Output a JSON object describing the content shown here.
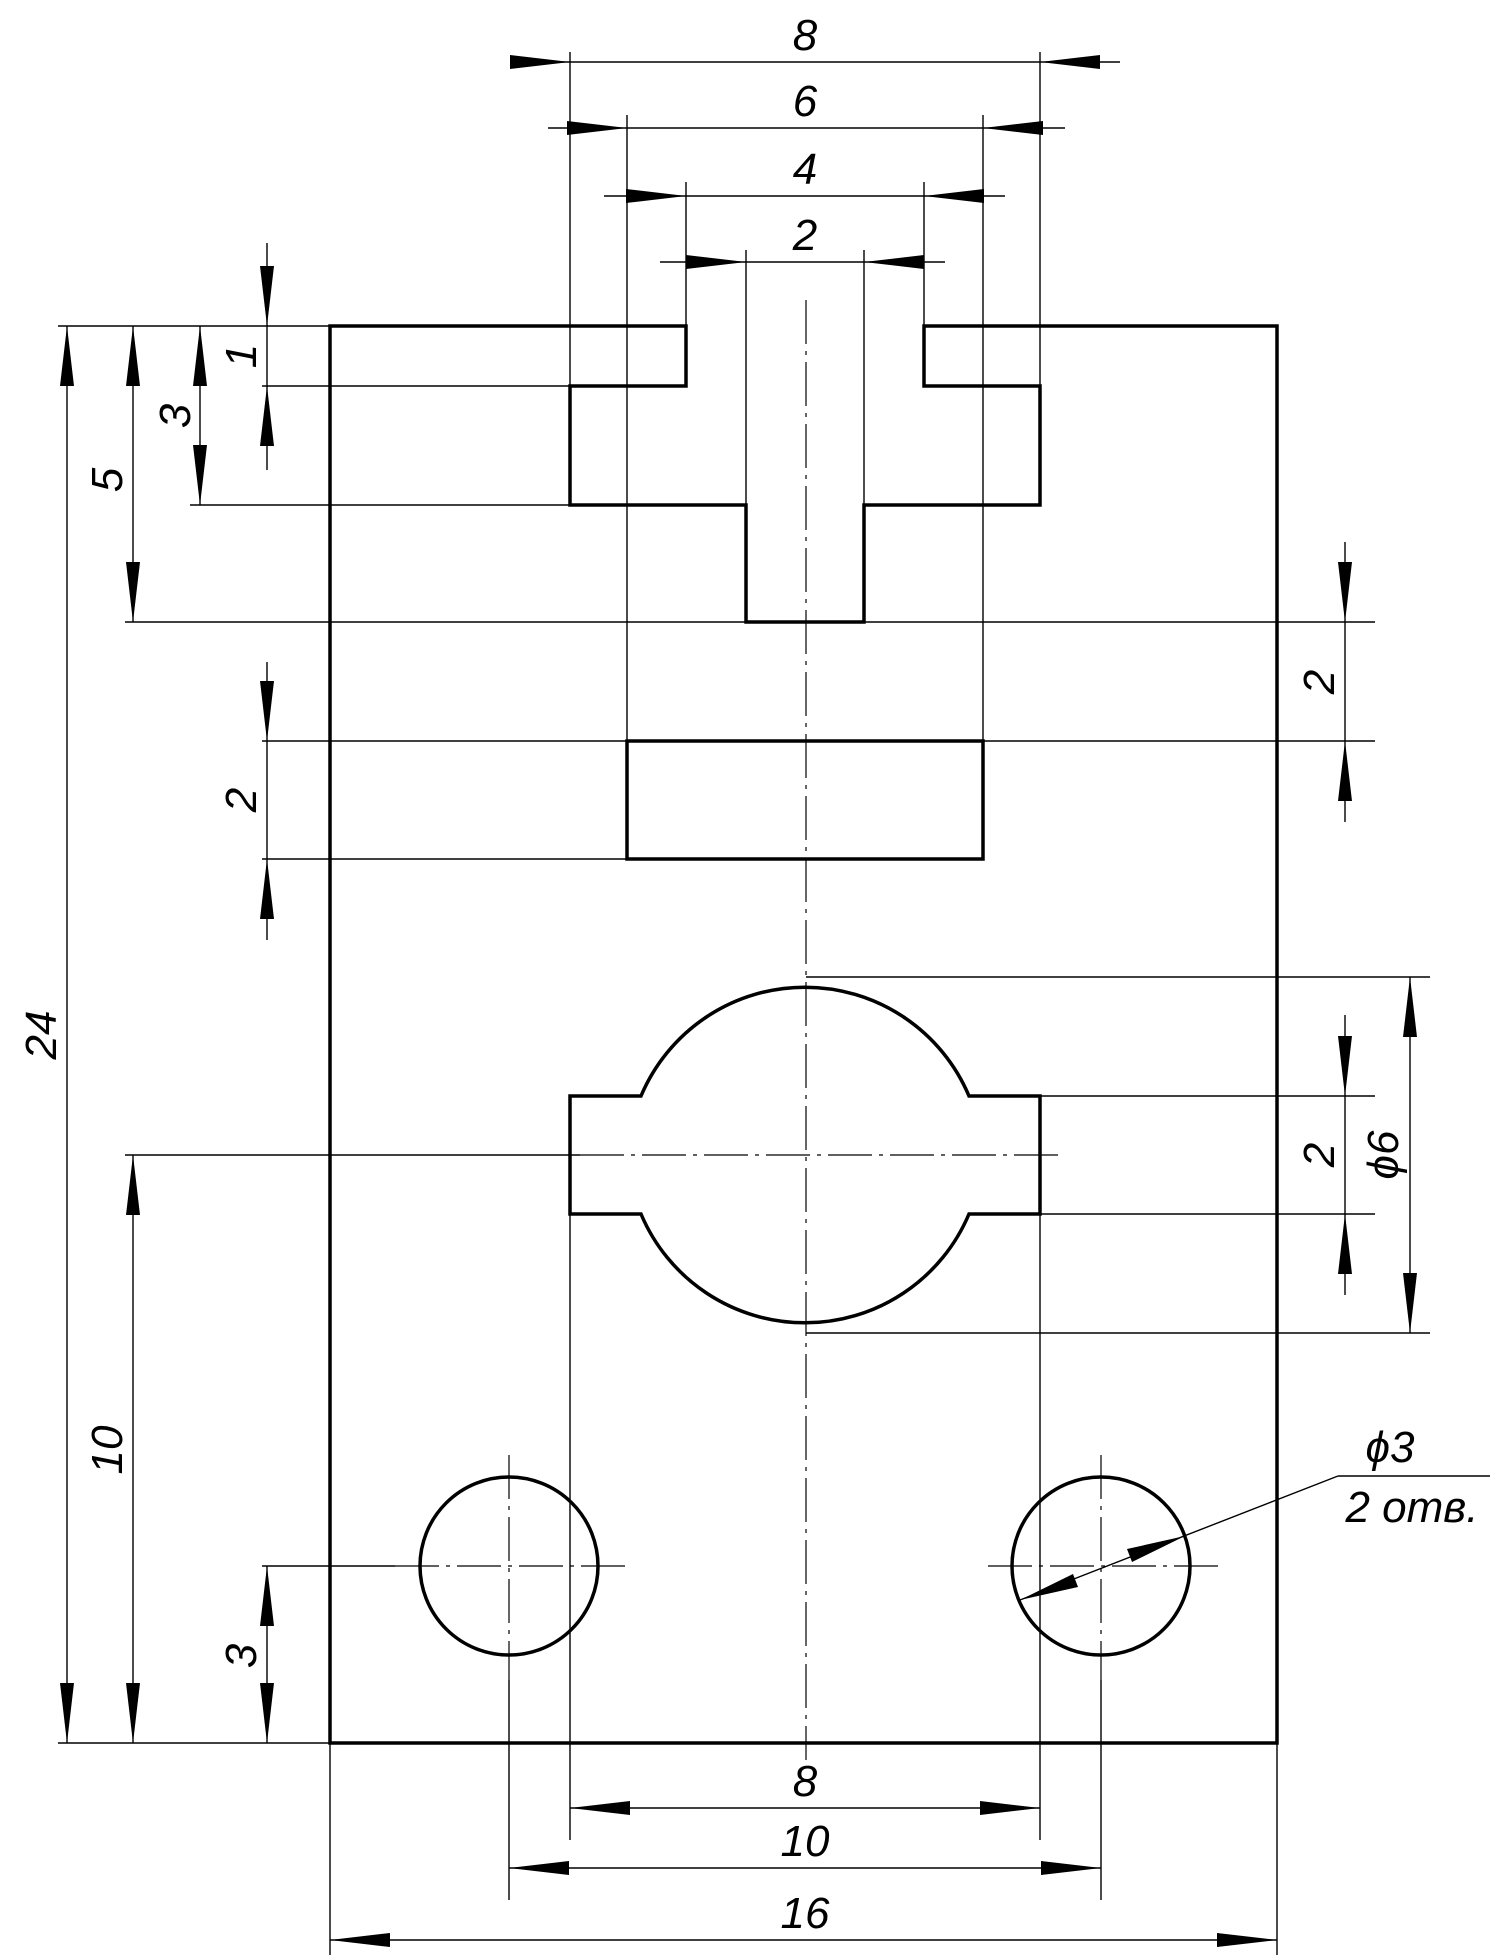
{
  "drawing": {
    "dimensions": {
      "top_width_8": "8",
      "top_width_6": "6",
      "top_width_4": "4",
      "top_width_2": "2",
      "depth_1": "1",
      "depth_3": "3",
      "depth_5": "5",
      "overall_height_24": "24",
      "right_gap_2": "2",
      "slot_height_2": "2",
      "key_width_2": "2",
      "bore_diameter": "ϕ6",
      "bore_center_height_10": "10",
      "hole_center_height_3": "3",
      "bottom_width_8": "8",
      "hole_spacing_10": "10",
      "overall_width_16": "16"
    },
    "callout": {
      "hole_size": "ϕ3",
      "hole_count": "2 отв."
    },
    "colors": {
      "line": "#000000",
      "background": "#ffffff"
    }
  }
}
